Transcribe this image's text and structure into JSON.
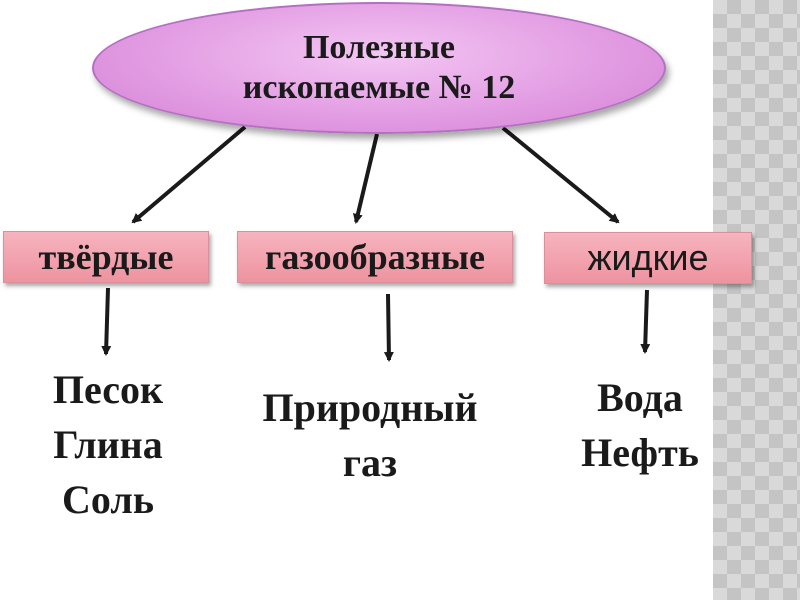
{
  "root": {
    "line1": "Полезные",
    "line2": "ископаемые № 12"
  },
  "categories": {
    "solid": "твёрдые",
    "gas": "газообразные",
    "liquid": "жидкие"
  },
  "examples": {
    "solid": [
      "Песок",
      "Глина",
      "Соль"
    ],
    "gas": [
      "Природный",
      "газ"
    ],
    "liquid": [
      "Вода",
      "Нефть"
    ]
  },
  "colors": {
    "root_fill": "#e39ee3",
    "category_fill": "#f2a3ae",
    "arrow": "#1a1a1a",
    "side_pattern": "#d9d9d9"
  }
}
